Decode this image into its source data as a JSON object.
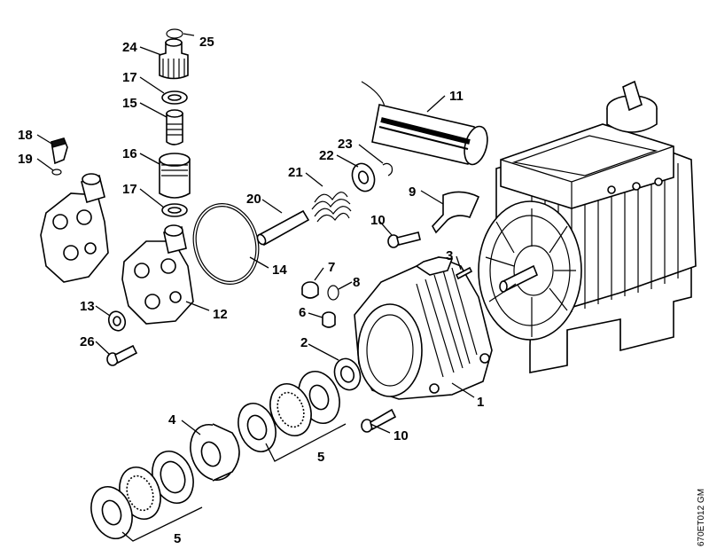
{
  "diagram": {
    "drawing_code": "670ET012 GM",
    "labels": {
      "p1": "1",
      "p2": "2",
      "p3": "3",
      "p4": "4",
      "p5a": "5",
      "p5b": "5",
      "p6": "6",
      "p7": "7",
      "p8": "8",
      "p9": "9",
      "p10a": "10",
      "p10b": "10",
      "p11": "11",
      "p12": "12",
      "p13": "13",
      "p14": "14",
      "p15": "15",
      "p16": "16",
      "p17a": "17",
      "p17b": "17",
      "p18": "18",
      "p19": "19",
      "p20": "20",
      "p21": "21",
      "p22": "22",
      "p23": "23",
      "p24": "24",
      "p25": "25",
      "p26": "26"
    }
  }
}
